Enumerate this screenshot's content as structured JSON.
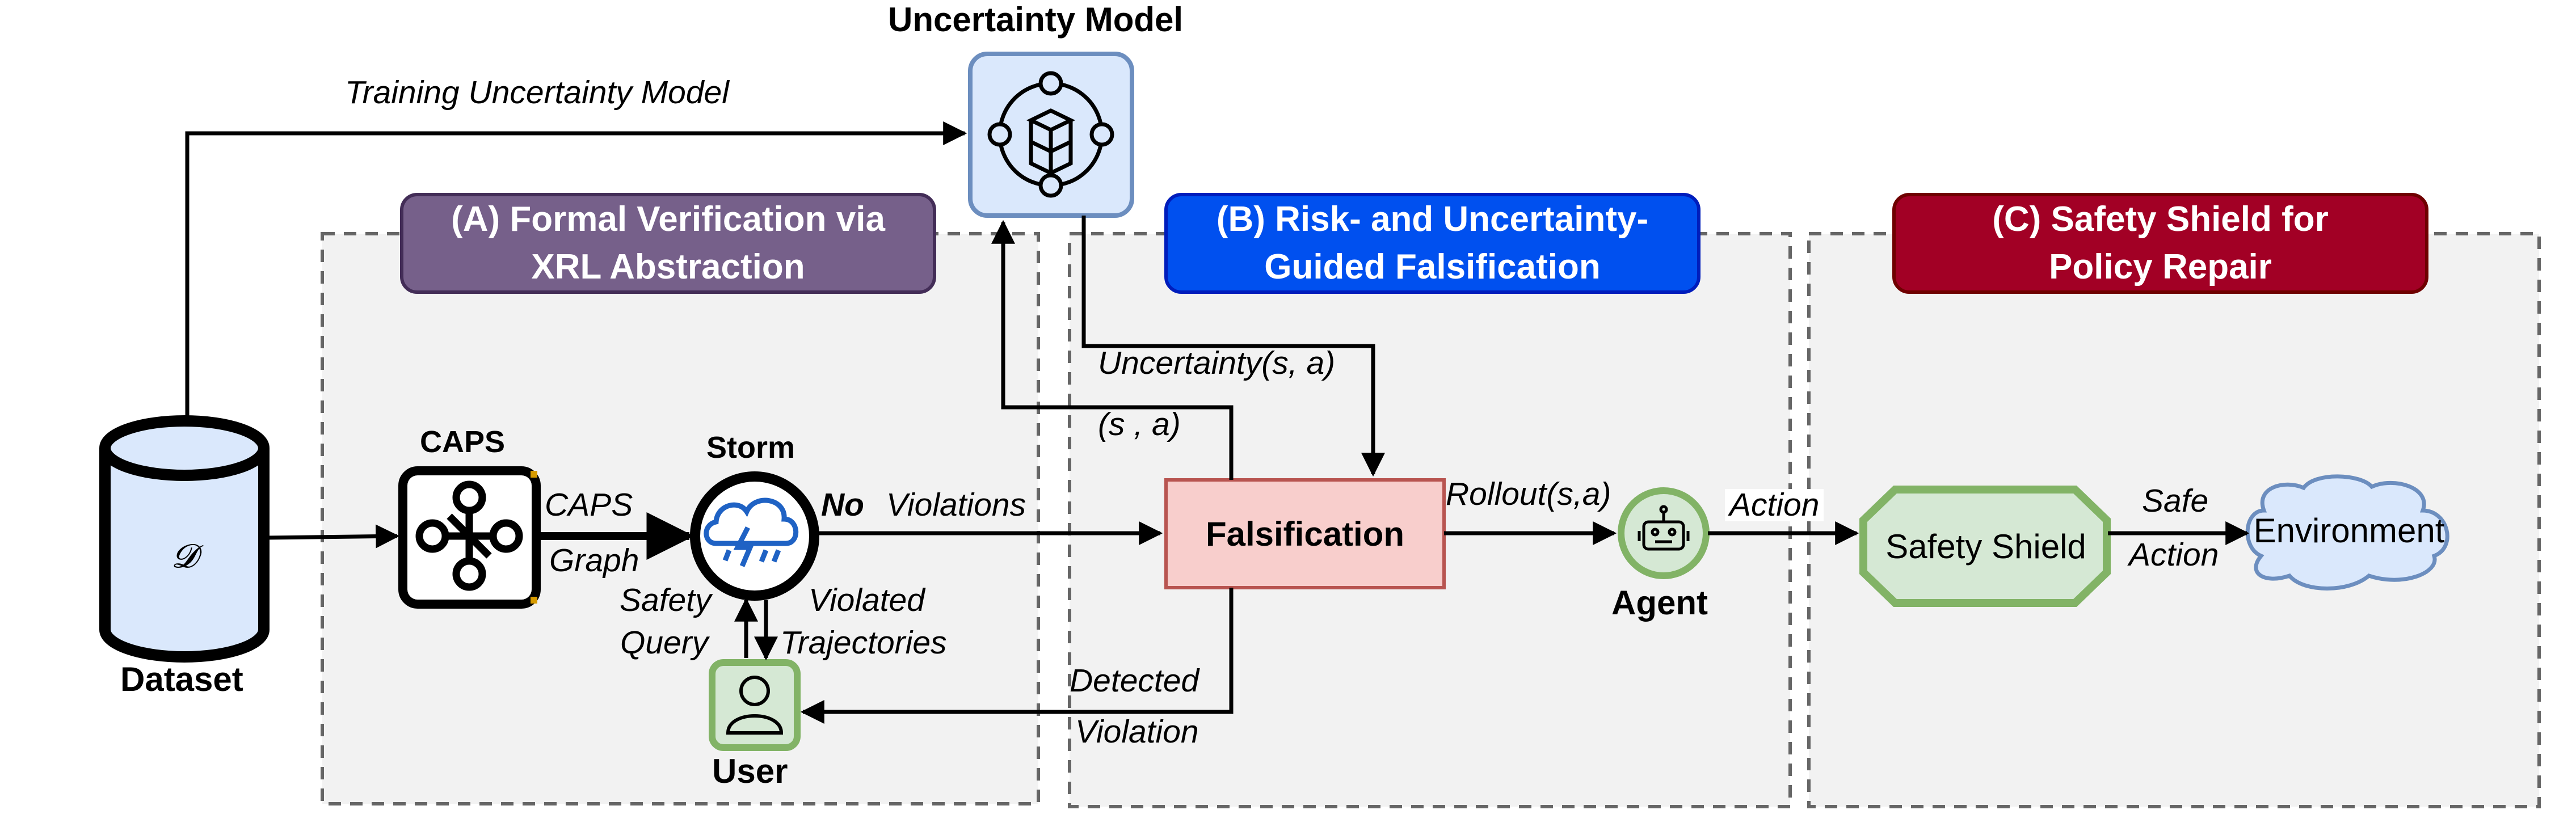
{
  "sections": {
    "a": {
      "title_line1": "(A) Formal Verification via",
      "title_line2": "XRL Abstraction",
      "color": "#76608a"
    },
    "b": {
      "title_line1": "(B) Risk- and Uncertainty-",
      "title_line2": "Guided Falsification",
      "color": "#0050ef"
    },
    "c": {
      "title_line1": "(C) Safety Shield for",
      "title_line2": "Policy Repair",
      "color": "#a20025"
    }
  },
  "nodes": {
    "uncertainty_model": {
      "label": "Uncertainty Model",
      "icon": "network-cubes-icon"
    },
    "dataset": {
      "label": "Dataset",
      "symbol": "𝓓",
      "icon": "database-cylinder"
    },
    "caps": {
      "label": "CAPS",
      "icon": "graph-nodes-icon"
    },
    "storm": {
      "label": "Storm",
      "icon": "storm-cloud-icon"
    },
    "user": {
      "label": "User",
      "icon": "user-icon"
    },
    "falsification": {
      "label": "Falsification"
    },
    "agent": {
      "label": "Agent",
      "icon": "robot-icon"
    },
    "safety_shield": {
      "label": "Safety Shield"
    },
    "environment": {
      "label": "Environment"
    }
  },
  "edges": {
    "training": "Training Uncertainty Model",
    "caps_line1": "CAPS",
    "caps_line2": "Graph",
    "no": "No",
    "violations": "Violations",
    "safety_query_line1": "Safety",
    "safety_query_line2": "Query",
    "violated_line1": "Violated",
    "violated_line2": "Trajectories",
    "uncertainty": "Uncertainty(s, a)",
    "sa": "(s , a)",
    "rollout": "Rollout(s,a)",
    "detected_line1": "Detected",
    "detected_line2": "Violation",
    "action": "Action",
    "safe_action_line1": "Safe",
    "safe_action_line2": "Action"
  }
}
